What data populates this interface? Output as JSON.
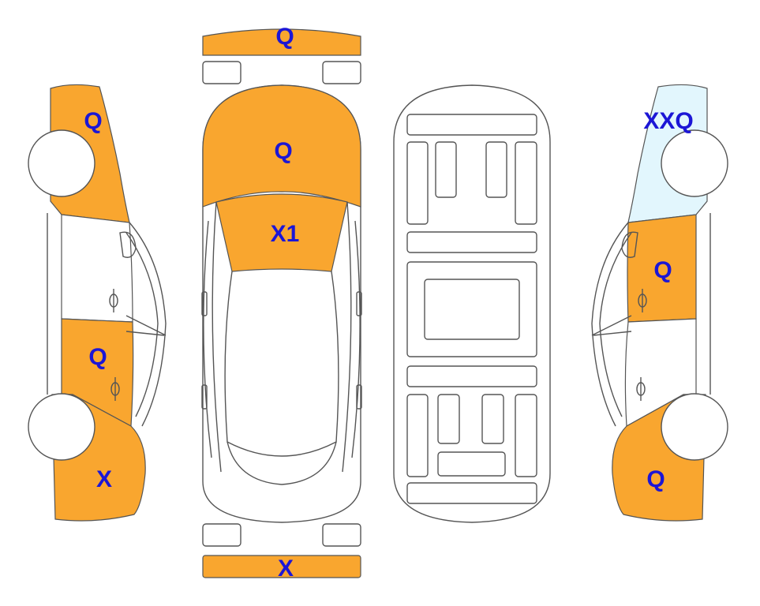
{
  "colors": {
    "damaged": "#f9a62f",
    "repaired": "#e2f6fd",
    "undamaged": "#ffffff",
    "label": "#1c16d6",
    "outline": "#555555"
  },
  "views": {
    "left_side": {
      "front_fender": "Q",
      "rear_door": "Q",
      "rear_quarter": "X"
    },
    "top": {
      "front_bumper": "Q",
      "hood": "Q",
      "windshield": "X1",
      "rear_bumper": "X"
    },
    "underbody": {},
    "right_side": {
      "front_fender": "XXQ",
      "front_door": "Q",
      "rear_quarter": "Q"
    }
  }
}
